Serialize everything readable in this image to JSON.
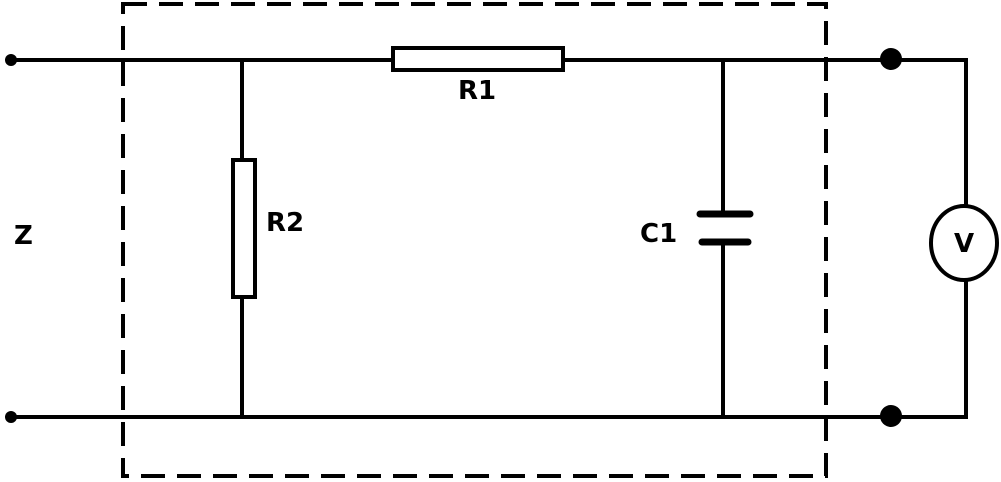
{
  "labels": {
    "input": "Z",
    "r1": "R1",
    "r2": "R2",
    "c1": "C1",
    "meter": "V"
  },
  "colors": {
    "line": "#000000",
    "background": "#ffffff"
  }
}
